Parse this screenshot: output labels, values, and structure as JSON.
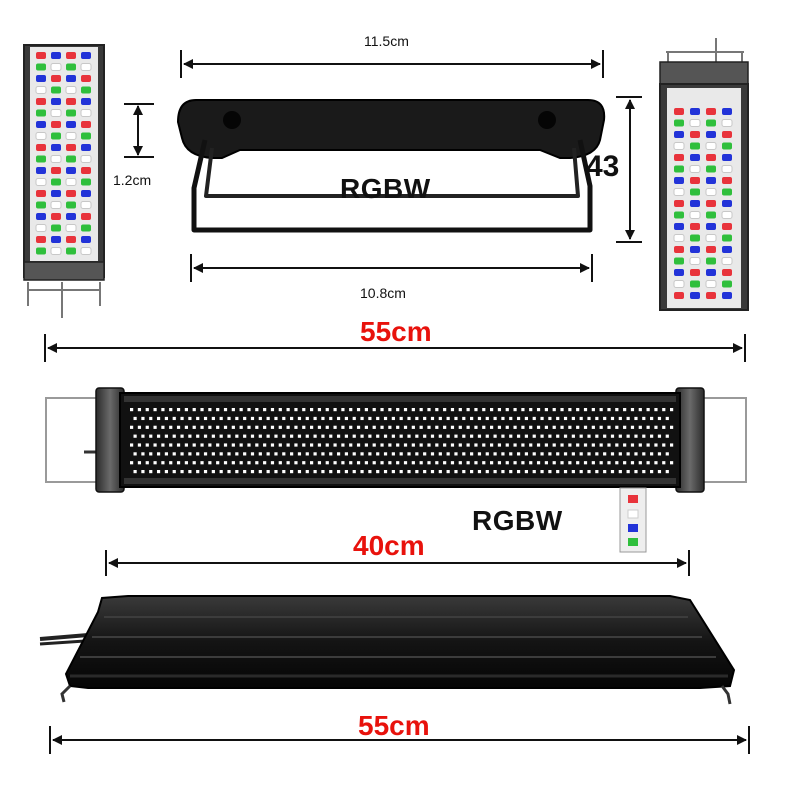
{
  "dimensions": {
    "bracket_width": "11.5cm",
    "bracket_inner_width": "10.8cm",
    "bar_thickness": "1.2cm",
    "height": "43",
    "length_top": "55cm",
    "inner_length": "40cm",
    "length_bottom": "55cm"
  },
  "labels": {
    "rgbw_bracket": "RGBW",
    "rgbw_front": "RGBW"
  },
  "colors": {
    "accent_red": "#e8120c",
    "body_black": "#141414",
    "led_red": "#e8333b",
    "led_green": "#2fbf3c",
    "led_blue": "#2233d8",
    "led_white": "#ffffff"
  },
  "icons": [
    "led-strip-icon",
    "mounting-bracket-icon",
    "led-chip-sample-icon"
  ]
}
